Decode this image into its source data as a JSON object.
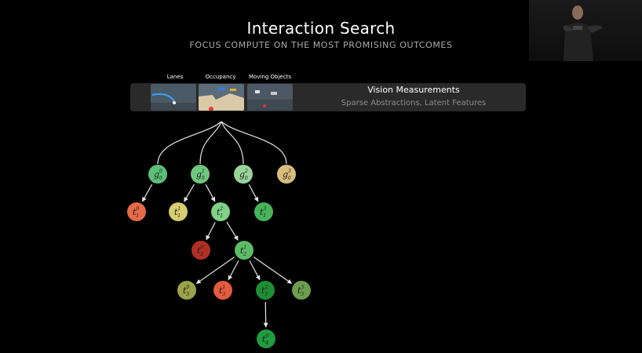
{
  "header": {
    "title": "Interaction Search",
    "subtitle": "FOCUS COMPUTE ON THE MOST PROMISING OUTCOMES"
  },
  "vision": {
    "title": "Vision Measurements",
    "subtitle": "Sparse Abstractions, Latent Features",
    "thumbnails": [
      {
        "label": "Lanes"
      },
      {
        "label": "Occupancy"
      },
      {
        "label": "Moving Objects"
      }
    ]
  },
  "tree": {
    "nodes": [
      {
        "id": "g0_0",
        "base": "g",
        "sub": "0",
        "sup": "0",
        "color": "#5cbf78"
      },
      {
        "id": "g0_1",
        "base": "g",
        "sub": "0",
        "sup": "1",
        "color": "#6fc77e"
      },
      {
        "id": "g0_2",
        "base": "g",
        "sub": "0",
        "sup": "2",
        "color": "#9ad49a"
      },
      {
        "id": "g0_3",
        "base": "g",
        "sub": "0",
        "sup": "3",
        "color": "#d8bd7c"
      },
      {
        "id": "t1_0",
        "base": "t",
        "sub": "1",
        "sup": "0",
        "color": "#e66a48"
      },
      {
        "id": "t1_1",
        "base": "t",
        "sub": "1",
        "sup": "1",
        "color": "#d5cd70"
      },
      {
        "id": "t1_2",
        "base": "t",
        "sub": "1",
        "sup": "2",
        "color": "#7ed387"
      },
      {
        "id": "t1_3",
        "base": "t",
        "sub": "1",
        "sup": "3",
        "color": "#47b35a"
      },
      {
        "id": "t2_0",
        "base": "t",
        "sub": "2",
        "sup": "0",
        "color": "#b22f24"
      },
      {
        "id": "t2_1",
        "base": "t",
        "sub": "2",
        "sup": "1",
        "color": "#5bbd66"
      },
      {
        "id": "t3_0",
        "base": "t",
        "sub": "3",
        "sup": "0",
        "color": "#9aa347"
      },
      {
        "id": "t3_1",
        "base": "t",
        "sub": "3",
        "sup": "1",
        "color": "#e55b3d"
      },
      {
        "id": "t3_2",
        "base": "t",
        "sub": "3",
        "sup": "2",
        "color": "#1e8f34"
      },
      {
        "id": "t3_3",
        "base": "t",
        "sub": "3",
        "sup": "3",
        "color": "#6c9e4d"
      },
      {
        "id": "t4_0",
        "base": "t",
        "sub": "4",
        "sup": "0",
        "color": "#229a3f"
      }
    ],
    "edges": [
      [
        "root",
        "g0_0"
      ],
      [
        "root",
        "g0_1"
      ],
      [
        "root",
        "g0_2"
      ],
      [
        "root",
        "g0_3"
      ],
      [
        "g0_0",
        "t1_0"
      ],
      [
        "g0_1",
        "t1_1"
      ],
      [
        "g0_1",
        "t1_2"
      ],
      [
        "g0_2",
        "t1_3"
      ],
      [
        "t1_2",
        "t2_0"
      ],
      [
        "t1_2",
        "t2_1"
      ],
      [
        "t2_1",
        "t3_0"
      ],
      [
        "t2_1",
        "t3_1"
      ],
      [
        "t2_1",
        "t3_2"
      ],
      [
        "t2_1",
        "t3_3"
      ],
      [
        "t3_2",
        "t4_0"
      ]
    ]
  }
}
